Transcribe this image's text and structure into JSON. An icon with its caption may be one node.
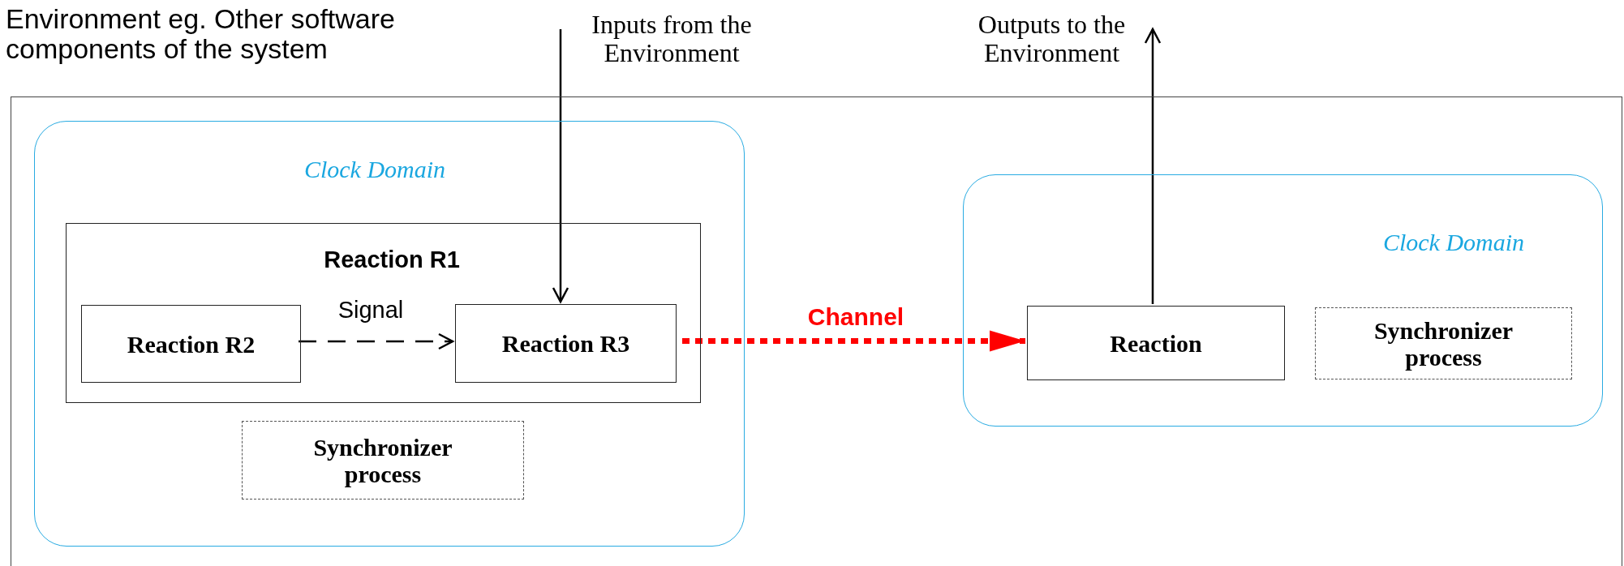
{
  "diagram": {
    "nodes": [
      {
        "text": [
          "Environment eg. Other software components of the system"
        ]
      },
      {
        "text": [
          "Clock Domain"
        ],
        "in": 0
      },
      {
        "text": [
          "Reaction R1"
        ],
        "in": 1
      },
      {
        "text": [
          "Reaction R2"
        ],
        "in": 2
      },
      {
        "text": [
          "Reaction R3"
        ],
        "in": 2
      },
      {
        "text": [
          "Synchronizer process"
        ],
        "in": 1
      },
      {
        "text": [
          "Clock Domain"
        ],
        "in": 0
      },
      {
        "text": [
          "Reaction"
        ],
        "in": 6
      },
      {
        "text": [
          "Synchronizer process"
        ],
        "in": 6
      },
      {
        "text": [
          "Inputs from the Environment"
        ]
      },
      {
        "text": [
          "Outputs to the Environment"
        ]
      }
    ],
    "edges": [
      {
        "from": 3,
        "to": 4,
        "arrow": "to",
        "label": "Signal",
        "style": "dashed"
      },
      {
        "from": 4,
        "to": 7,
        "arrow": "to",
        "label": "Channel",
        "style": "dashed",
        "color": "#ff0000"
      },
      {
        "from": 9,
        "to": 4,
        "arrow": "to"
      },
      {
        "from": 7,
        "to": 10,
        "arrow": "to"
      }
    ]
  }
}
